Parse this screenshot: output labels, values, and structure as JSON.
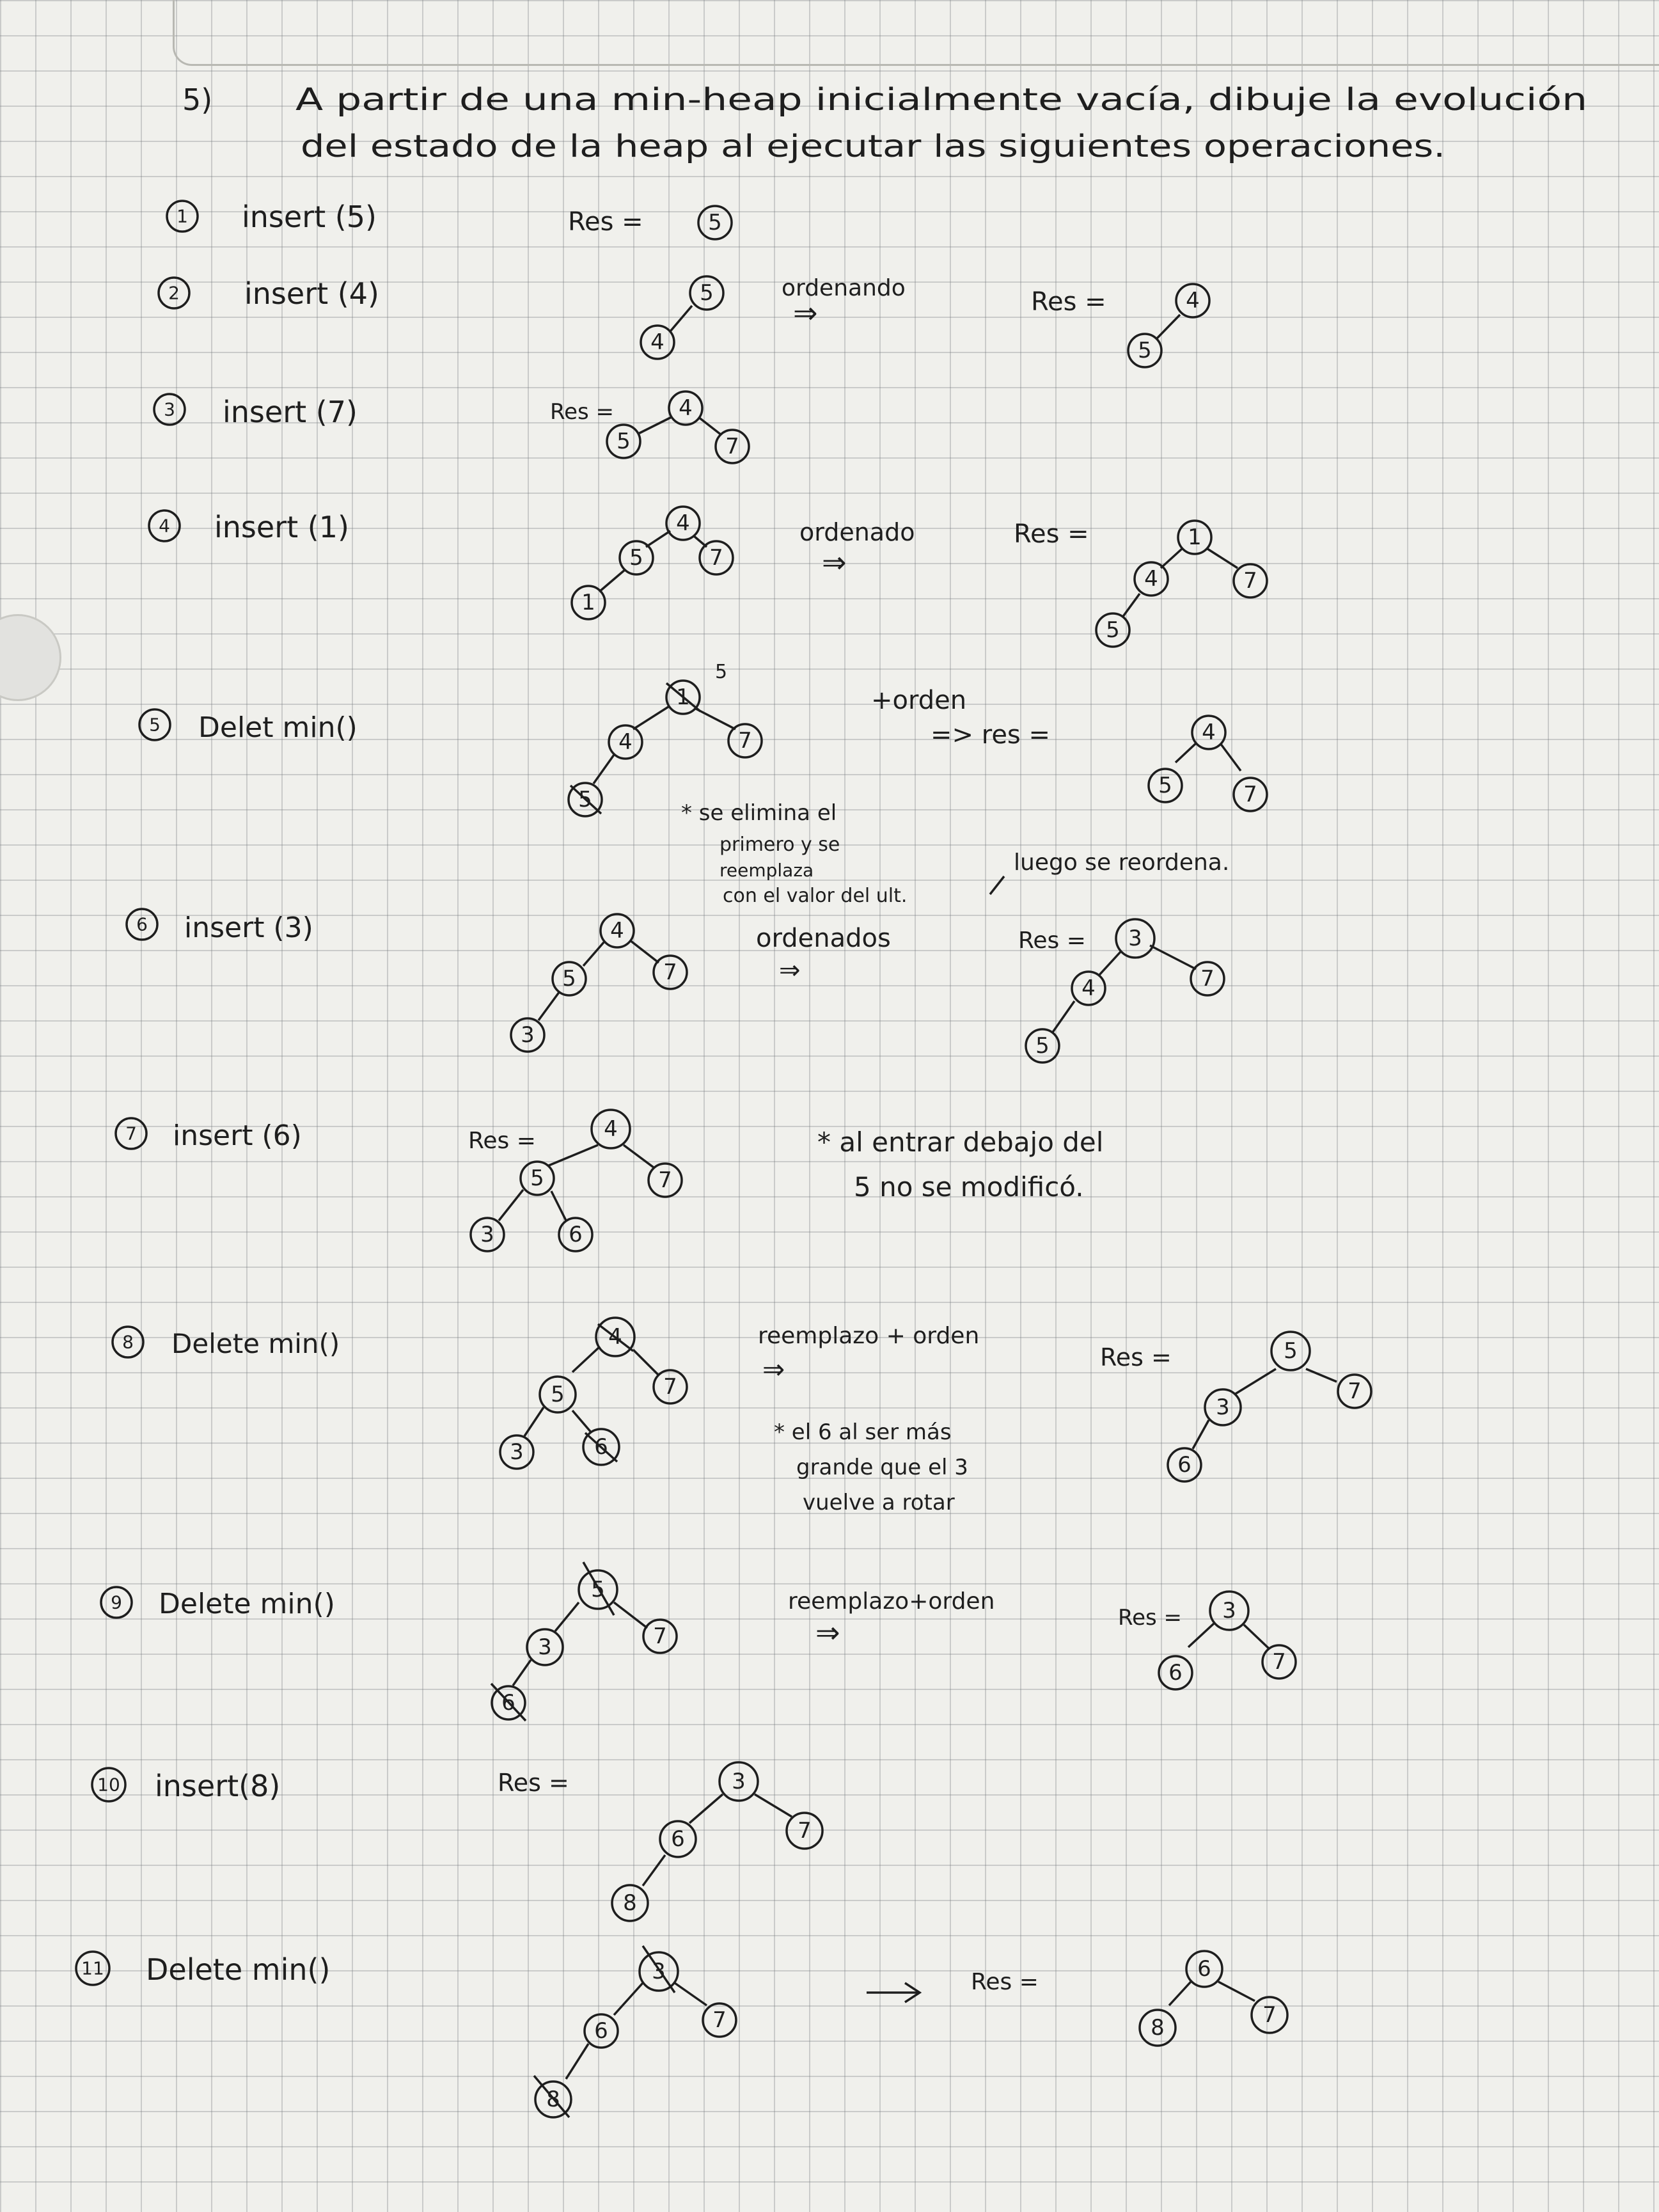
{
  "problem": {
    "number": "5)",
    "line1": "A partir de una min-heap inicialmente vacía, dibuje la evolución",
    "line2": "del estado de la heap al ejecutar las siguientes operaciones."
  },
  "labels": {
    "res": "Res =",
    "ordenando": "ordenando",
    "ordenado": "ordenado",
    "ordenados": "ordenados",
    "orden_plus": "+orden",
    "orden_res": "=> res =",
    "reemplazo_orden": "reemplazo + orden",
    "reemplazo_orden2": "reemplazo+orden",
    "dbl_arrow": "⇒"
  },
  "steps": [
    {
      "n": "1",
      "op": "insert (5)"
    },
    {
      "n": "2",
      "op": "insert (4)"
    },
    {
      "n": "3",
      "op": "insert (7)"
    },
    {
      "n": "4",
      "op": "insert (1)"
    },
    {
      "n": "5",
      "op": "Delet min()"
    },
    {
      "n": "6",
      "op": "insert (3)"
    },
    {
      "n": "7",
      "op": "insert (6)"
    },
    {
      "n": "8",
      "op": "Delete min()"
    },
    {
      "n": "9",
      "op": "Delete min()"
    },
    {
      "n": "10",
      "op": "insert(8)"
    },
    {
      "n": "11",
      "op": "Delete min()"
    }
  ],
  "notes": {
    "note5": [
      "* se elimina el",
      "primero y se",
      "reemplaza",
      "con el valor del ult."
    ],
    "note5b": "luego se reordena.",
    "note7": [
      "* al entrar debajo del",
      "5 no se modificó."
    ],
    "note8": [
      "* el 6 al ser más",
      "grande que el 3",
      "vuelve a rotar"
    ]
  },
  "node_values": {
    "n5": "5",
    "n4": "4",
    "n7": "7",
    "n1": "1",
    "n3": "3",
    "n6": "6",
    "n8": "8"
  },
  "colors": {
    "ink": "#1e1e1e",
    "paper": "#f0f0ec",
    "grid": "#8a8f94"
  }
}
